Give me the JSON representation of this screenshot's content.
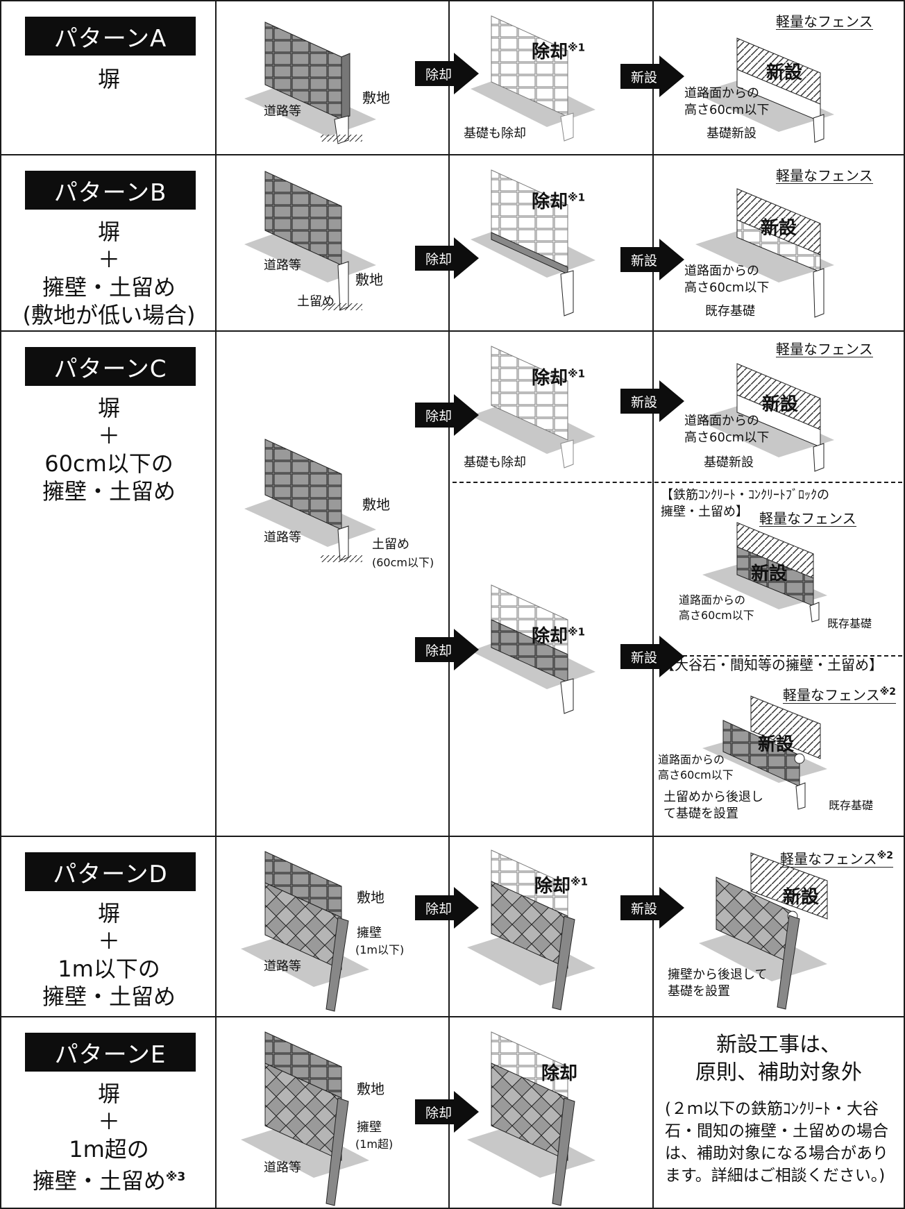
{
  "patterns": [
    {
      "badge": "パターンA",
      "desc": [
        "塀"
      ]
    },
    {
      "badge": "パターンB",
      "desc": [
        "塀",
        "＋",
        "擁壁・土留め",
        "(敷地が低い場合)"
      ]
    },
    {
      "badge": "パターンC",
      "desc": [
        "塀",
        "＋",
        "60cm以下の",
        "擁壁・土留め"
      ]
    },
    {
      "badge": "パターンD",
      "desc": [
        "塀",
        "＋",
        "1m以下の",
        "擁壁・土留め"
      ]
    },
    {
      "badge": "パターンE",
      "desc": [
        "塀",
        "＋",
        "1m超の",
        "擁壁・土留め"
      ],
      "desc_sup": "※3"
    }
  ],
  "arrows": {
    "remove": "除却",
    "new": "新設"
  },
  "labels": {
    "road": "道路等",
    "site": "敷地",
    "retaining": "土留め",
    "retaining_60": "土留め",
    "retaining_60_note": "(60cm以下)",
    "wall_1m": "擁壁",
    "wall_1m_note": "(1m以下)",
    "wall_over": "擁壁",
    "wall_over_note": "(1m超)",
    "remove_bold": "除却",
    "remove_sup": "※1",
    "foundation_removed": "基礎も除却",
    "light_fence": "軽量なフェンス",
    "light_fence_sup": "※2",
    "new_bold": "新設",
    "height_line1": "道路面からの",
    "height_line2": "高さ60cm以下",
    "foundation_new": "基礎新設",
    "foundation_existing": "既存基礎",
    "rc_title_line1": "【鉄筋ｺﾝｸﾘｰﾄ・ｺﾝｸﾘｰﾄﾌﾞﾛｯｸの",
    "rc_title_line2": "擁壁・土留め】",
    "oya_title": "【大谷石・間知等の擁壁・土留め】",
    "setback_line1": "土留めから後退し",
    "setback_line2": "て基礎を設置",
    "wall_setback_line1": "擁壁から後退して",
    "wall_setback_line2": "基礎を設置"
  },
  "pattern_e_note": {
    "title_line1": "新設工事は、",
    "title_line2": "原則、補助対象外",
    "body": "(２ｍ以下の鉄筋ｺﾝｸﾘｰﾄ・大谷石・間知の擁壁・土留めの場合は、補助対象になる場合があります。詳細はご相談ください。)"
  }
}
